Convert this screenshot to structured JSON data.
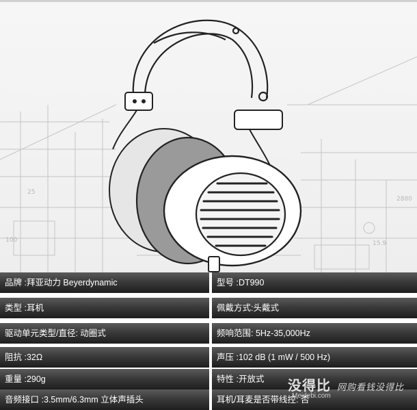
{
  "product_image": {
    "description_icon": "headphones-sketch-icon"
  },
  "specs": [
    {
      "left": "品牌 :拜亚动力 Beyerdynamic",
      "right": "型号 :DT990"
    },
    {
      "left": "类型 :耳机",
      "right": "佩戴方式:头戴式"
    },
    {
      "left": "驱动单元类型/直径: 动圈式",
      "right": "频响范围: 5Hz-35,000Hz"
    },
    {
      "left": "阻抗 :32Ω",
      "right": "声压 :102 dB (1 mW / 500 Hz)"
    },
    {
      "left": "重量 :290g",
      "right": "特性 :开放式"
    },
    {
      "left": "音频接口 :3.5mm/6.3mm 立体声插头",
      "right": "耳机/耳麦是否带线控:     否"
    }
  ],
  "watermark": {
    "logo": "没得比",
    "domain": "Meidebi.com",
    "slogan": "网购看钱没得比"
  }
}
